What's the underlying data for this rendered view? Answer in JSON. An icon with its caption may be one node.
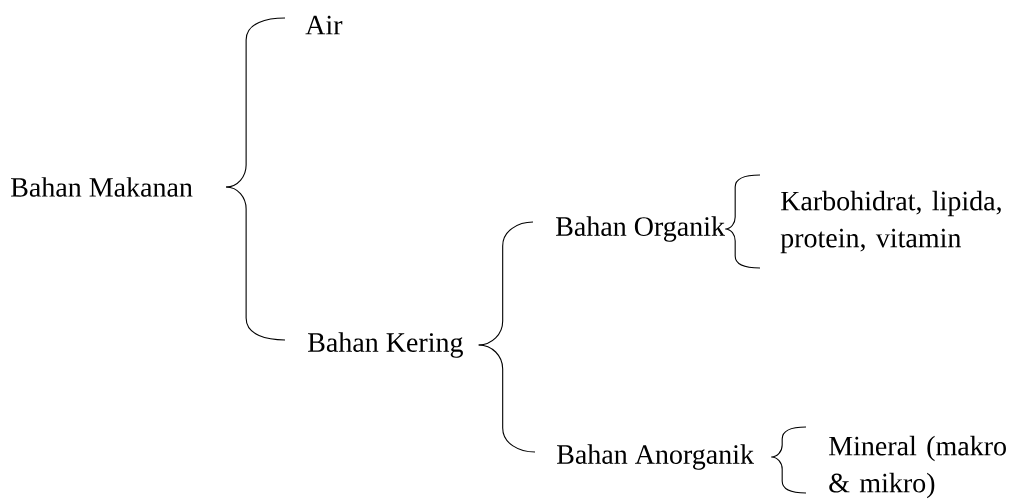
{
  "diagram": {
    "nodes": [
      {
        "text": [
          "Air"
        ]
      },
      {
        "text": [
          "Bahan Makanan"
        ]
      },
      {
        "text": [
          "Bahan Organik"
        ]
      },
      {
        "text": [
          "Karbohidrat, lipida, protein, vitamin"
        ]
      },
      {
        "text": [
          "Bahan Kering"
        ]
      },
      {
        "text": [
          "Bahan Anorganik"
        ]
      },
      {
        "text": [
          "Mineral (makro & mikro)"
        ]
      }
    ],
    "edges": [
      {
        "from": 1,
        "to": 0,
        "arrow": "none"
      },
      {
        "from": 1,
        "to": 4,
        "arrow": "none"
      },
      {
        "from": 4,
        "to": 2,
        "arrow": "none"
      },
      {
        "from": 4,
        "to": 5,
        "arrow": "none"
      },
      {
        "from": 2,
        "to": 3,
        "arrow": "none"
      },
      {
        "from": 5,
        "to": 6,
        "arrow": "none"
      }
    ]
  }
}
